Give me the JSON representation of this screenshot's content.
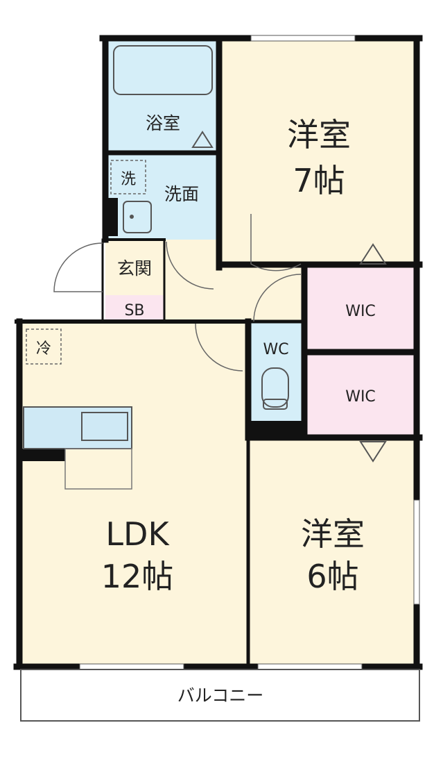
{
  "rooms": {
    "bath": "浴室",
    "washroom": "洗面",
    "washer": "洗",
    "entrance": "玄関",
    "shoebox": "SB",
    "western7_name": "洋室",
    "western7_size": "7帖",
    "wic_upper": "WIC",
    "wic_lower": "WIC",
    "toilet": "WC",
    "fridge": "冷",
    "ldk_name": "LDK",
    "ldk_size": "12帖",
    "western6_name": "洋室",
    "western6_size": "6帖",
    "balcony": "バルコニー"
  },
  "colors": {
    "wall": "#111111",
    "bath_area": "#d5eef8",
    "living_area": "#fdf5dc",
    "closet_area": "#fbe5ef",
    "counter": "#cfe9f5"
  }
}
